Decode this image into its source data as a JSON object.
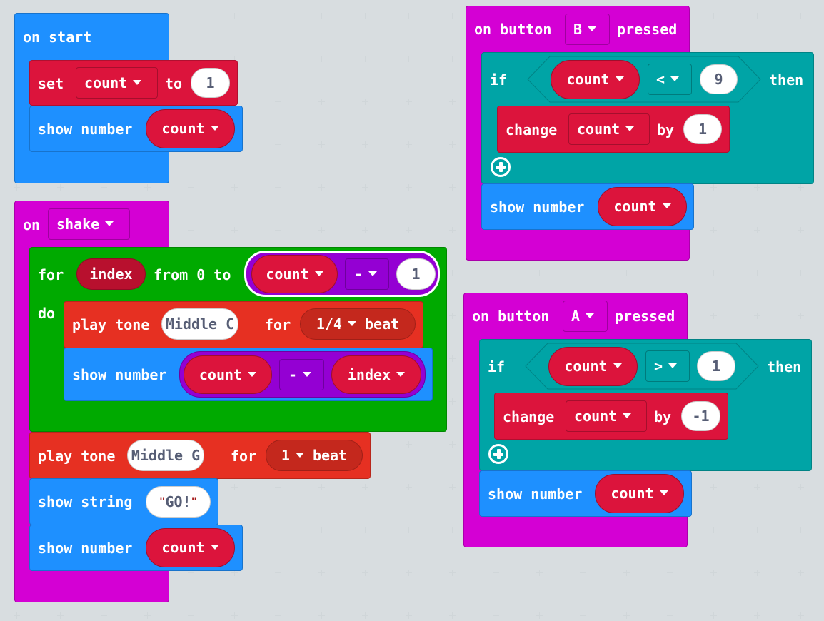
{
  "on_start": {
    "header": "on start",
    "set_label": "set",
    "set_var": "count",
    "set_to": "to",
    "set_value": "1",
    "show_label": "show number",
    "show_var": "count"
  },
  "on_shake": {
    "on_label": "on",
    "gesture": "shake",
    "for_label": "for",
    "for_var": "index",
    "from_label": "from 0 to",
    "range_var": "count",
    "range_op": "-",
    "range_val": "1",
    "do_label": "do",
    "tone1_label": "play tone",
    "tone1_note": "Middle C",
    "tone1_for": "for",
    "tone1_beat": "1/4",
    "tone1_beat_label": "beat",
    "show1_label": "show number",
    "show1_var": "count",
    "show1_op": "-",
    "show1_var2": "index",
    "tone2_label": "play tone",
    "tone2_note": "Middle G",
    "tone2_for": "for",
    "tone2_beat": "1",
    "tone2_beat_label": "beat",
    "str_label": "show string",
    "str_value": "GO!",
    "show2_label": "show number",
    "show2_var": "count"
  },
  "on_button_b": {
    "on_label": "on button",
    "button": "B",
    "pressed": "pressed",
    "if_label": "if",
    "cond_var": "count",
    "cond_op": "<",
    "cond_val": "9",
    "then_label": "then",
    "change_label": "change",
    "change_var": "count",
    "by_label": "by",
    "change_val": "1",
    "show_label": "show number",
    "show_var": "count"
  },
  "on_button_a": {
    "on_label": "on button",
    "button": "A",
    "pressed": "pressed",
    "if_label": "if",
    "cond_var": "count",
    "cond_op": ">",
    "cond_val": "1",
    "then_label": "then",
    "change_label": "change",
    "change_var": "count",
    "by_label": "by",
    "change_val": "-1",
    "show_label": "show number",
    "show_var": "count"
  },
  "colors": {
    "events": "#d400d4",
    "basic": "#1e90ff",
    "variables": "#dc143c",
    "loops": "#00aa00",
    "music": "#e63022",
    "logic": "#00a4a6",
    "math": "#9400d3",
    "workspace": "#ecf0f1"
  }
}
